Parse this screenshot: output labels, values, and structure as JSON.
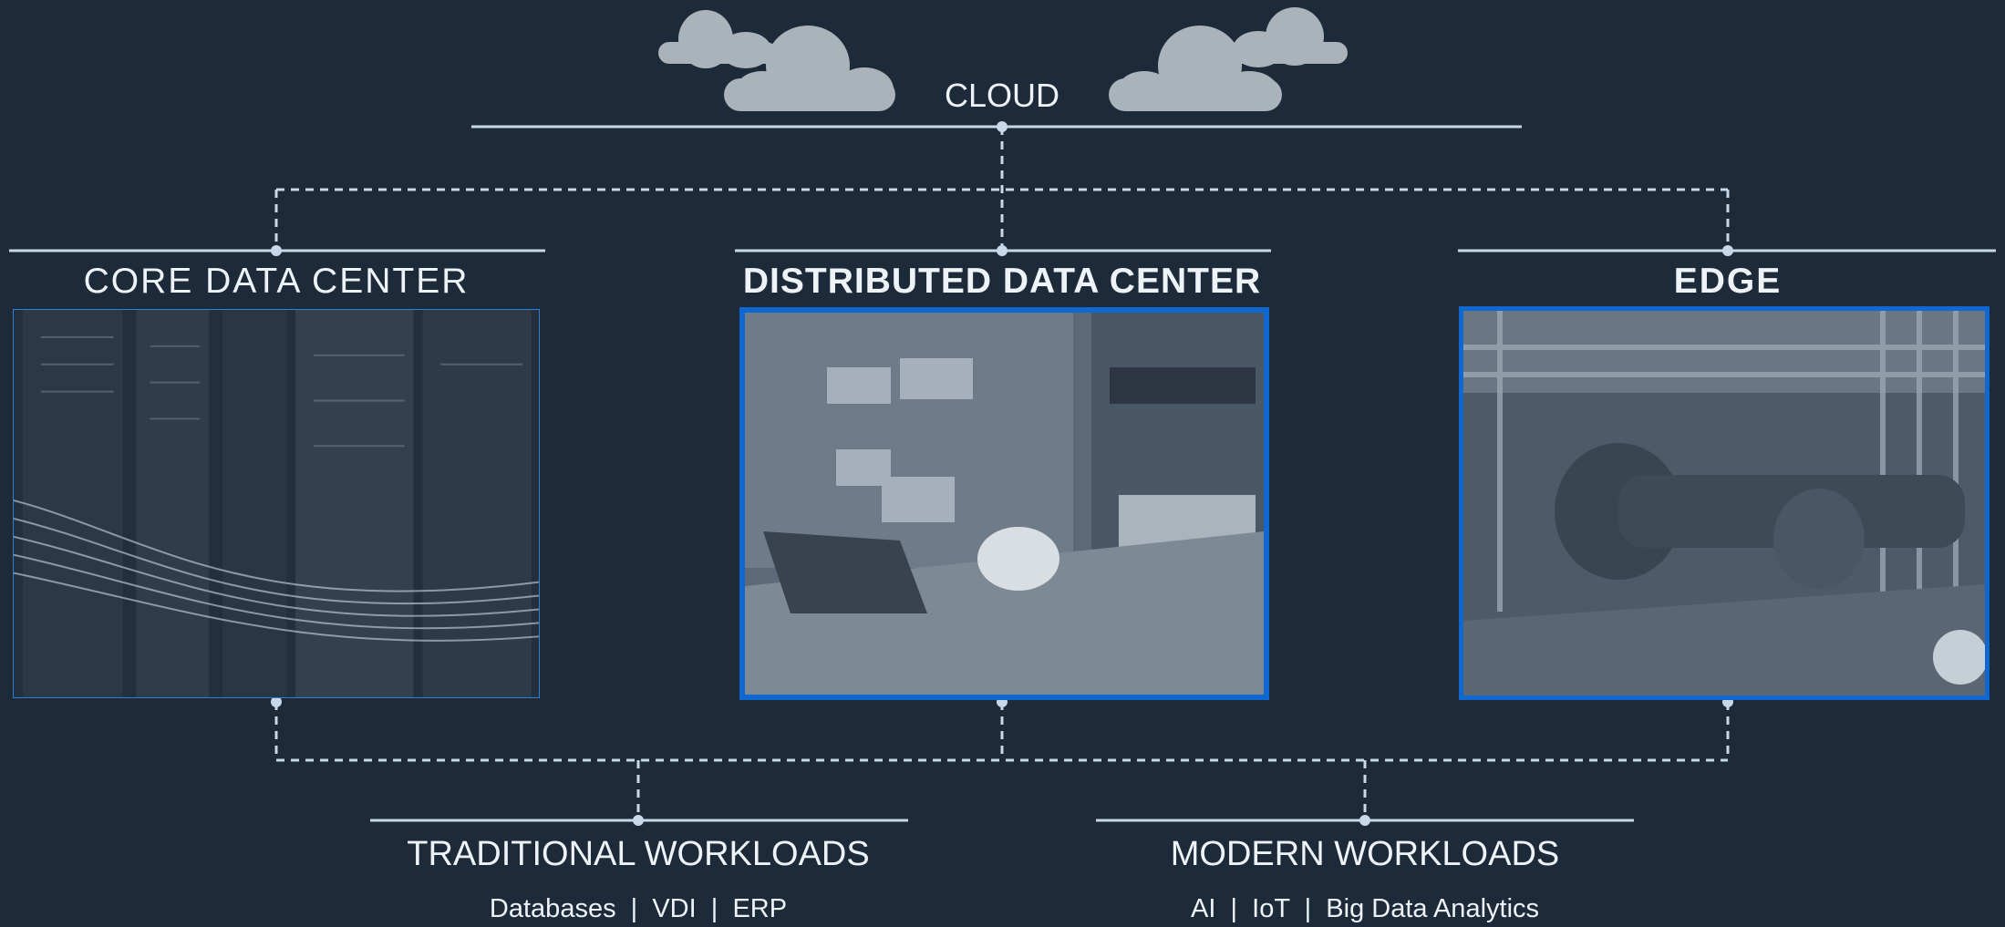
{
  "nodes": {
    "cloud": {
      "title": "CLOUD"
    },
    "core": {
      "title": "CORE DATA CENTER"
    },
    "distributed": {
      "title": "DISTRIBUTED DATA CENTER"
    },
    "edge": {
      "title": "EDGE"
    }
  },
  "workloads": {
    "traditional": {
      "title": "TRADITIONAL WORKLOADS",
      "items": "Databases  |  VDI  |  ERP"
    },
    "modern": {
      "title": "MODERN WORKLOADS",
      "items": "AI  |  IoT  |  Big Data Analytics"
    }
  },
  "colors": {
    "background": "#1c2a39",
    "line": "#c9d8e8",
    "accent": "#0f68cf",
    "cloud": "#b8bfc6"
  },
  "images": {
    "core": "server-racks-photo",
    "distributed": "small-office-server-photo",
    "edge": "industrial-pipes-photo"
  }
}
